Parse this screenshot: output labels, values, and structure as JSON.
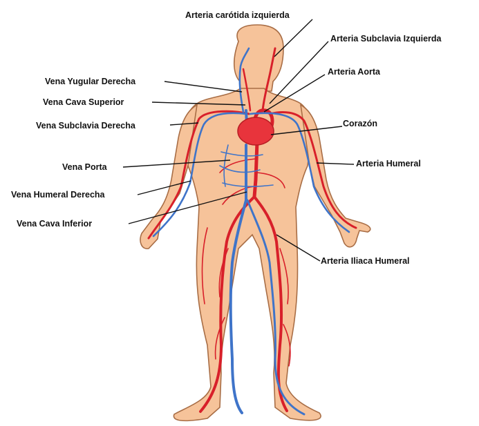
{
  "diagram": {
    "labels": {
      "carotid": "Arteria carótida izquierda",
      "subclavian_left": "Arteria Subclavia Izquierda",
      "aorta": "Arteria Aorta",
      "heart": "Corazón",
      "humeral_artery": "Arteria Humeral",
      "iliac": "Arteria Iliaca Humeral",
      "jugular": "Vena Yugular Derecha",
      "cava_superior": "Vena Cava Superior",
      "subclavian_right": "Vena Subclavia Derecha",
      "porta": "Vena Porta",
      "humeral_vein": "Vena Humeral Derecha",
      "cava_inferior": "Vena Cava Inferior"
    },
    "colors": {
      "skin": "#f6c39a",
      "artery": "#d8202a",
      "vein": "#3f74c9",
      "heart": "#e8343c"
    }
  }
}
